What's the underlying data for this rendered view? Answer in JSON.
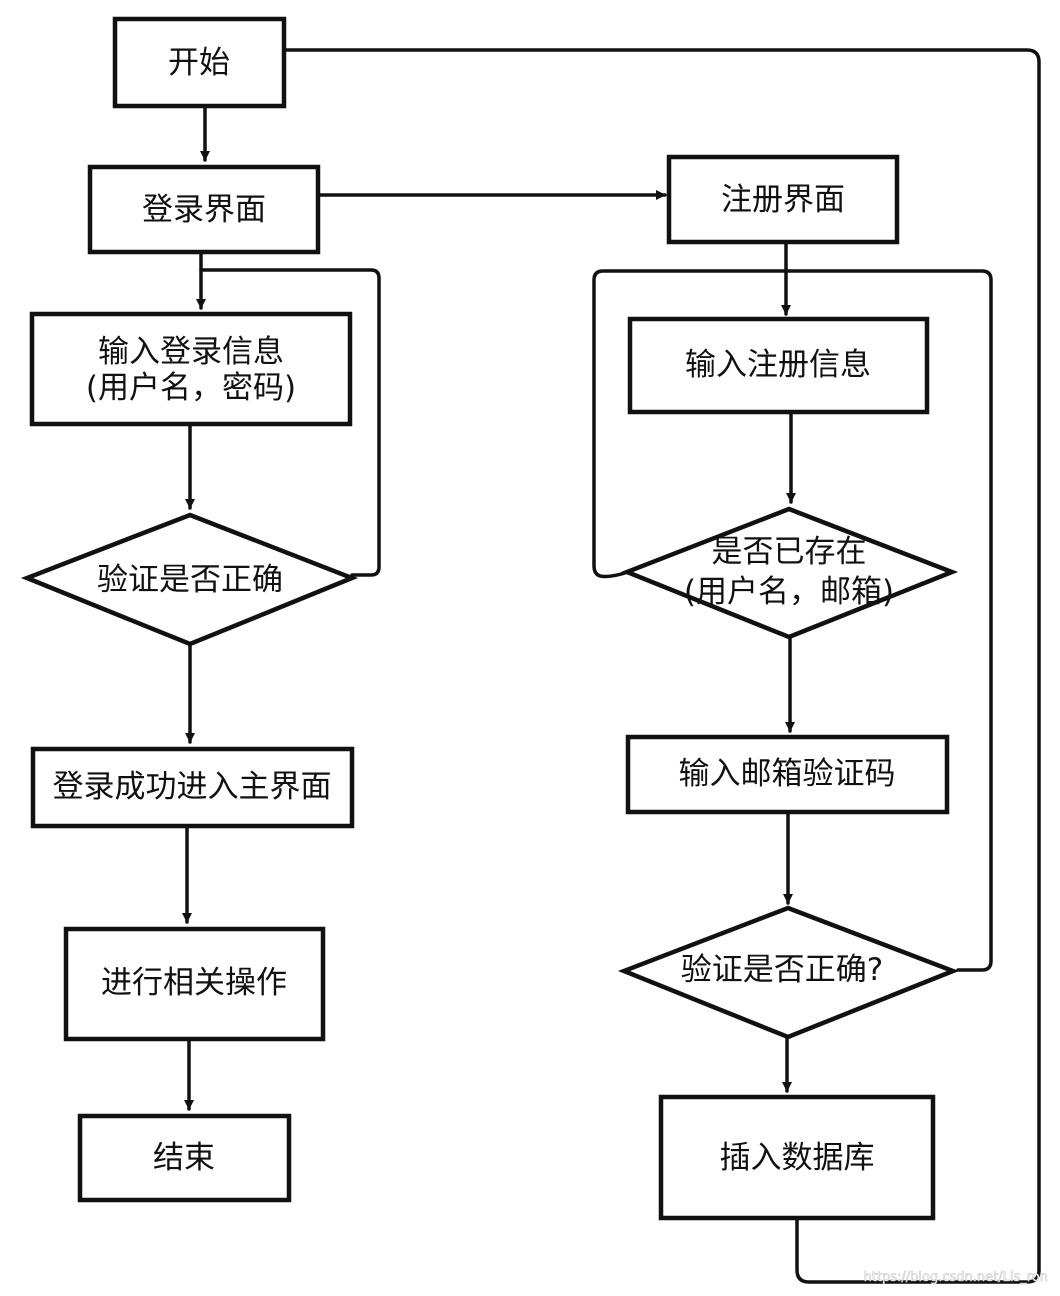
{
  "diagram": {
    "type": "flowchart",
    "nodes": {
      "start": "开始",
      "login_screen": "登录界面",
      "register_screen": "注册界面",
      "login_input_line1": "输入登录信息",
      "login_input_line2": "(用户名，密码)",
      "register_input": "输入注册信息",
      "login_verify": "验证是否正确",
      "exists_check_line1": "是否已存在",
      "exists_check_line2": "(用户名，邮箱)",
      "login_success": "登录成功进入主界面",
      "email_code_input": "输入邮箱验证码",
      "perform_operations": "进行相关操作",
      "code_verify": "验证是否正确?",
      "end": "结束",
      "insert_db": "插入数据库"
    },
    "edges": [
      {
        "from": "开始",
        "to": "登录界面"
      },
      {
        "from": "登录界面",
        "to": "注册界面"
      },
      {
        "from": "登录界面",
        "to": "输入登录信息"
      },
      {
        "from": "输入登录信息",
        "to": "验证是否正确"
      },
      {
        "from": "验证是否正确",
        "to": "输入登录信息"
      },
      {
        "from": "验证是否正确",
        "to": "登录成功进入主界面"
      },
      {
        "from": "登录成功进入主界面",
        "to": "进行相关操作"
      },
      {
        "from": "进行相关操作",
        "to": "结束"
      },
      {
        "from": "注册界面",
        "to": "输入注册信息"
      },
      {
        "from": "输入注册信息",
        "to": "是否已存在"
      },
      {
        "from": "是否已存在",
        "to": "输入注册信息"
      },
      {
        "from": "是否已存在",
        "to": "输入邮箱验证码"
      },
      {
        "from": "输入邮箱验证码",
        "to": "验证是否正确?"
      },
      {
        "from": "验证是否正确?",
        "to": "输入注册信息"
      },
      {
        "from": "验证是否正确?",
        "to": "插入数据库"
      },
      {
        "from": "插入数据库",
        "to": "开始"
      }
    ],
    "watermark": "https://blog.csdn.net/Lis_ron"
  }
}
